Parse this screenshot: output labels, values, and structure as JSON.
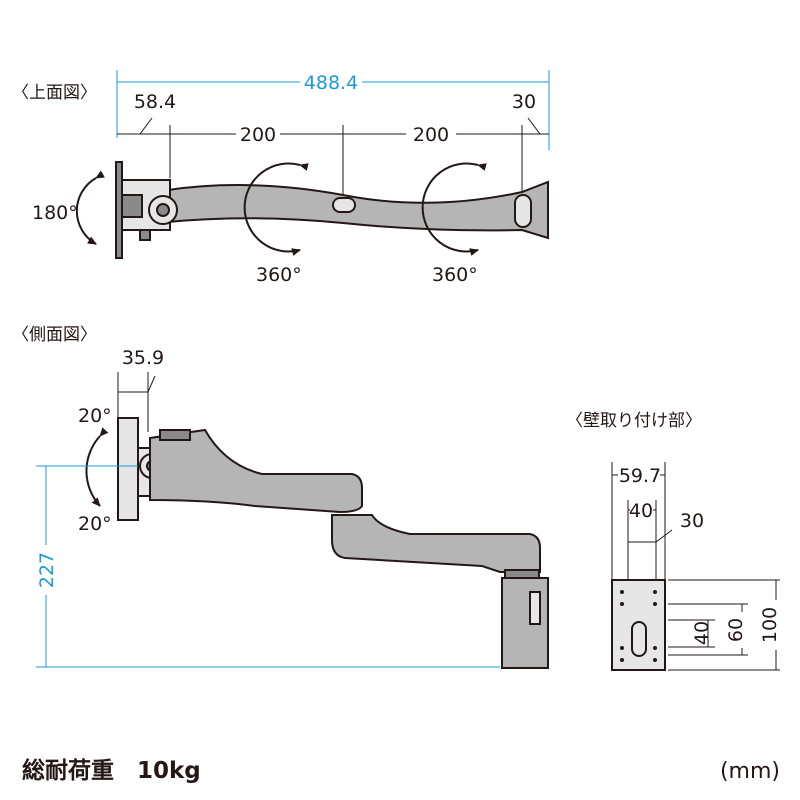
{
  "views": {
    "top": {
      "label": "〈上面図〉",
      "total_width": "488.4",
      "offset_left": "58.4",
      "offset_right": "30",
      "arm1": "200",
      "arm2": "200",
      "rot_plate": "180°",
      "rot_joint1": "360°",
      "rot_joint2": "360°"
    },
    "side": {
      "label": "〈側面図〉",
      "plate_offset": "35.9",
      "tilt_up": "20°",
      "tilt_down": "20°",
      "height": "227"
    },
    "wall": {
      "label": "〈壁取り付け部〉",
      "width_outer": "59.7",
      "width_mid": "40",
      "width_inner": "30",
      "height_small": "40",
      "height_mid": "60",
      "height_outer": "100"
    }
  },
  "footer": {
    "load": "総耐荷重　10kg",
    "unit": "(mm)"
  },
  "colors": {
    "dimension_blue": "#1a9bd7",
    "line": "#231815",
    "arm_gray": "#b5b5b5"
  }
}
